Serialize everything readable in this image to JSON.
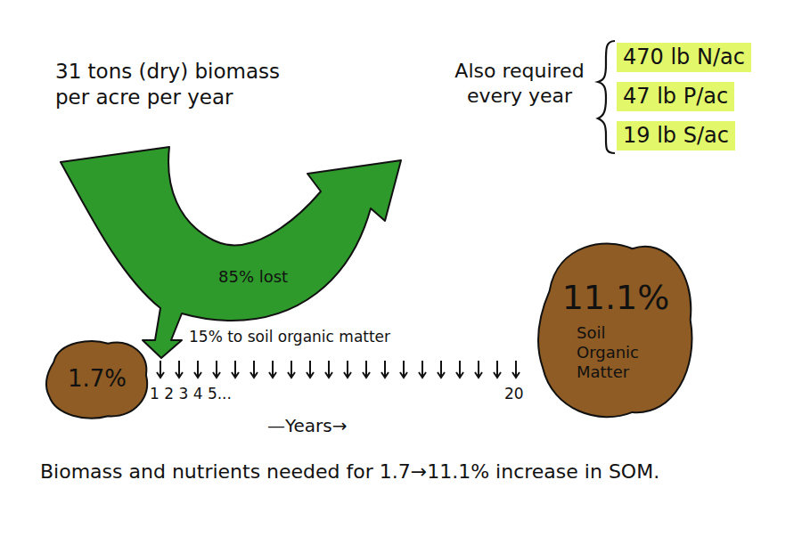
{
  "diagram": {
    "caption": "Biomass and nutrients needed for 1.7→11.1% increase in SOM.",
    "nodes": [
      {
        "text": [
          "470 lb N/ac"
        ]
      },
      {
        "text": [
          "47 lb P/ac"
        ]
      },
      {
        "text": [
          "19 lb S/ac"
        ]
      },
      {
        "text": [
          "85% lost"
        ]
      },
      {
        "text": [
          "1.7%"
        ]
      },
      {
        "text": [
          "11.1%",
          "Soil Organic Matter"
        ]
      }
    ],
    "labels": [
      "31 tons (dry) biomass per acre per year",
      "Also required every year",
      "15% to soil organic matter",
      "1 2 3 4 5...",
      "20",
      "—Years→"
    ]
  }
}
